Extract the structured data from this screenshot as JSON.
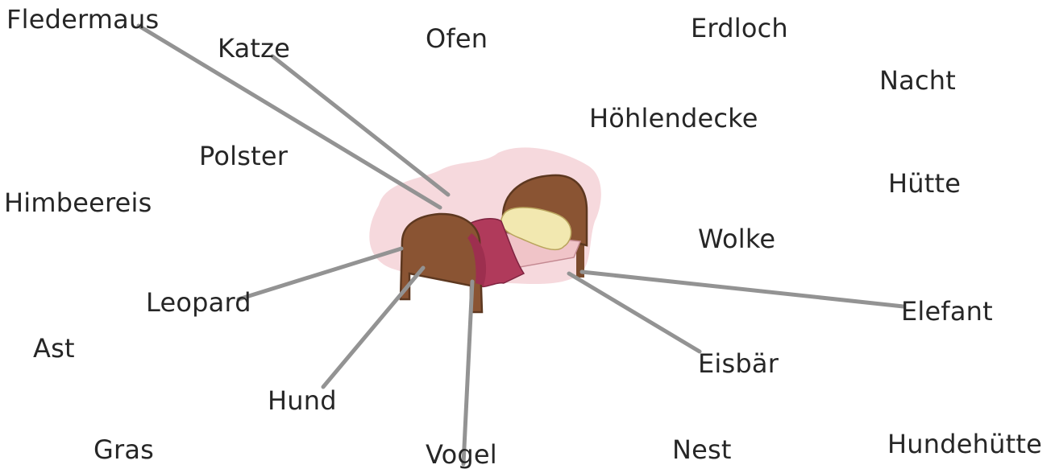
{
  "words": {
    "fledermaus": "Fledermaus",
    "katze": "Katze",
    "ofen": "Ofen",
    "erdloch": "Erdloch",
    "nacht": "Nacht",
    "hoehlendecke": "Höhlendecke",
    "polster": "Polster",
    "huette": "Hütte",
    "himbeereis": "Himbeereis",
    "wolke": "Wolke",
    "leopard": "Leopard",
    "elefant": "Elefant",
    "ast": "Ast",
    "eisbaer": "Eisbär",
    "hund": "Hund",
    "gras": "Gras",
    "vogel": "Vogel",
    "nest": "Nest",
    "hundehuette": "Hundehütte"
  },
  "center_picture": "bed-icon",
  "colors": {
    "connector_lines": "#939393",
    "bed_wood": "#8a5433",
    "blanket": "#b03a5b",
    "pillow": "#f2e8b0",
    "blob": "#f6d9dd"
  },
  "connected_words": [
    "Fledermaus",
    "Katze",
    "Leopard",
    "Hund",
    "Vogel",
    "Eisbär",
    "Elefant"
  ]
}
